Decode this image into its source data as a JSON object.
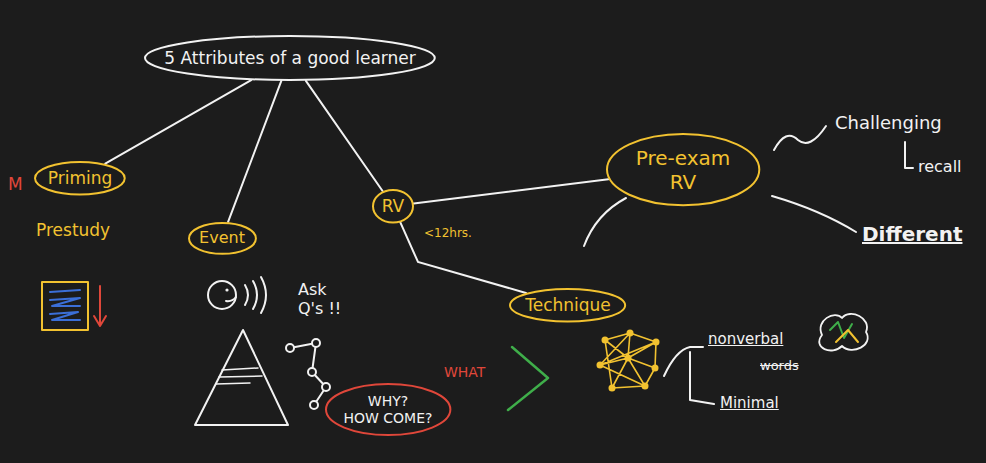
{
  "diagram": {
    "nodes": [
      {
        "text": [
          "5 Attributes of a good learner"
        ]
      },
      {
        "text": [
          "Priming"
        ]
      },
      {
        "text": [
          "Event"
        ]
      },
      {
        "text": [
          "RV"
        ]
      },
      {
        "text": [
          "Pre-exam RV"
        ]
      },
      {
        "text": [
          "Technique"
        ]
      },
      {
        "text": [
          "WHY?",
          "HOW COME?"
        ]
      }
    ],
    "edges": [
      {
        "from": 0,
        "to": 1,
        "arrow": "none"
      },
      {
        "from": 0,
        "to": 2,
        "arrow": "none"
      },
      {
        "from": 0,
        "to": 3,
        "arrow": "none"
      },
      {
        "from": 3,
        "to": 4,
        "arrow": "none"
      },
      {
        "from": 3,
        "to": 5,
        "arrow": "none"
      }
    ],
    "labels": [
      "M",
      "Prestudy",
      "Ask Q's !!",
      "<12hrs.",
      "WHAT",
      "Challenging",
      "recall",
      "Different",
      "nonverbal",
      "words",
      "Minimal"
    ]
  }
}
